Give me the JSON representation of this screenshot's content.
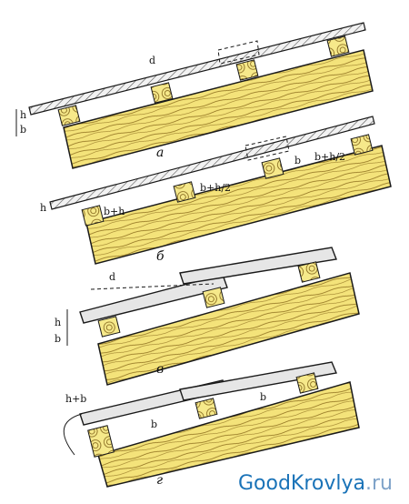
{
  "panels": [
    {
      "caption": "а",
      "labels": {
        "h": "h",
        "b": "b",
        "d": "d"
      }
    },
    {
      "caption": "б",
      "labels": {
        "h": "h",
        "b": "b",
        "bh": "b+h",
        "bh2a": "b+h/2",
        "bh2b": "b+h/2"
      }
    },
    {
      "caption": "в",
      "labels": {
        "h": "h",
        "b": "b",
        "d": "d"
      }
    },
    {
      "caption": "г",
      "labels": {
        "hb": "h+b",
        "b1": "b",
        "b2": "b"
      }
    }
  ],
  "watermark": {
    "part1": "Good",
    "part2": "Krovlya",
    "part3": ".ru"
  },
  "colors": {
    "wood": "#f4e37a",
    "wood_grain": "#7a5a12",
    "outline": "#1a1a1a",
    "roof": "#e0e0e0",
    "watermark": "#1a73b8"
  }
}
